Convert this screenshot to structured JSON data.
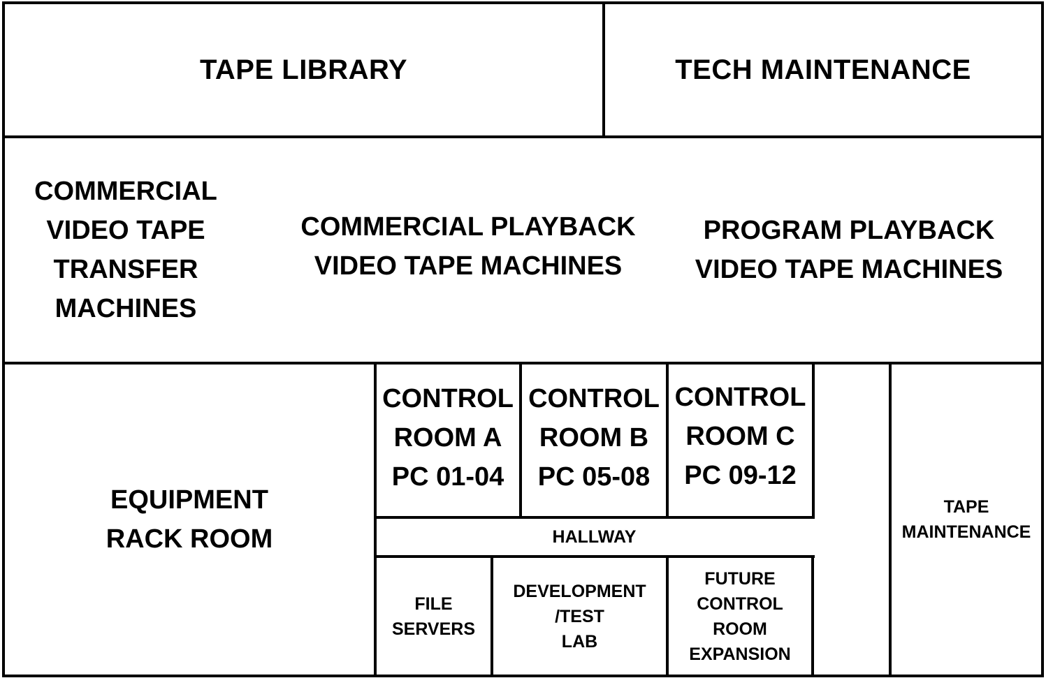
{
  "diagram": {
    "type": "floor-plan",
    "colors": {
      "line": "#000000",
      "background": "#ffffff"
    },
    "rooms": {
      "tape_library": "TAPE LIBRARY",
      "tech_maintenance": "TECH MAINTENANCE",
      "commercial_transfer": "COMMERCIAL\nVIDEO TAPE\nTRANSFER\nMACHINES",
      "commercial_playback": "COMMERCIAL PLAYBACK\nVIDEO TAPE MACHINES",
      "program_playback": "PROGRAM PLAYBACK\nVIDEO TAPE MACHINES",
      "equipment_rack": "EQUIPMENT\nRACK ROOM",
      "control_room_a": "CONTROL\nROOM A\nPC 01-04",
      "control_room_b": "CONTROL\nROOM B\nPC 05-08",
      "control_room_c": "CONTROL\nROOM C\nPC 09-12",
      "hallway": "HALLWAY",
      "file_servers": "FILE\nSERVERS",
      "dev_test_lab": "DEVELOPMENT\n/TEST\nLAB",
      "future_control_room": "FUTURE\nCONTROL\nROOM\nEXPANSION",
      "tape_maintenance": "TAPE\nMAINTENANCE"
    }
  }
}
